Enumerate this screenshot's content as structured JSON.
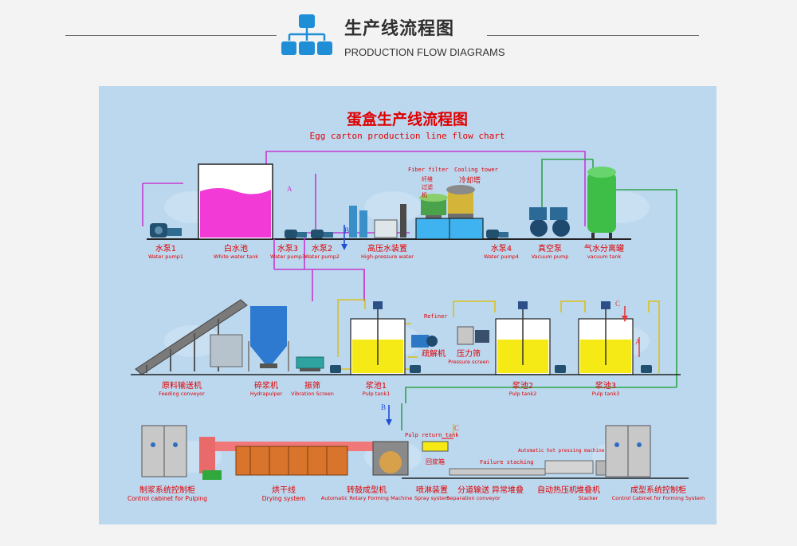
{
  "header": {
    "title": "生产线流程图",
    "subtitle": "PRODUCTION FLOW DIAGRAMS"
  },
  "diagram": {
    "title": "蛋盒生产线流程图",
    "subtitle": "Egg carton production line flow chart",
    "colors": {
      "background": "#bcd8ef",
      "label": "#e00000",
      "pink_pipe": "#c43bd1",
      "green_pipe": "#2ea44a",
      "yellow_pipe": "#d9c01b",
      "red_pipe": "#e8383a",
      "blue_arrow": "#1f4fd6"
    },
    "row1": [
      {
        "cn": "水泵1",
        "en": "Water pump1"
      },
      {
        "cn": "白水池",
        "en": "White water tank"
      },
      {
        "cn": "水泵3",
        "en": "Water pump3"
      },
      {
        "cn": "水泵2",
        "en": "Water pump2"
      },
      {
        "cn": "高压水装置",
        "en": "High-pressure water"
      },
      {
        "cn": "水泵4",
        "en": "Water pump4"
      },
      {
        "cn": "真空泵",
        "en": "Vacuum pump"
      },
      {
        "cn": "气水分离罐",
        "en": "vacuum tank"
      }
    ],
    "fiber_filter": {
      "en": "Fiber filter",
      "cn": "纤维过滤机"
    },
    "cooling_tower": {
      "en": "Cooling tower",
      "cn": "冷却塔"
    },
    "row2": [
      {
        "cn": "原料输送机",
        "en": "Feeding conveyor"
      },
      {
        "cn": "碎浆机",
        "en": "Hydrapulper"
      },
      {
        "cn": "振筛",
        "en": "Vibration Screen"
      },
      {
        "cn": "浆池1",
        "en": "Pulp tank1"
      },
      {
        "cn": "疏解机",
        "en": ""
      },
      {
        "cn": "压力筛",
        "en": "Pressure screen"
      },
      {
        "cn": "浆池2",
        "en": "Pulp tank2"
      },
      {
        "cn": "浆池3",
        "en": "Pulp tank3"
      }
    ],
    "refiner": "Refiner",
    "pulp_return_tank": "Pulp return tank",
    "hui_jiang_xiang": "回浆箱",
    "failure_stacking": "Failure stacking",
    "auto_hot_pressing": "Automatic hot pressing machine",
    "row3": [
      {
        "cn": "制浆系统控制柜",
        "en": "Control cabinet for Pulping"
      },
      {
        "cn": "烘干线",
        "en": "Drying system"
      },
      {
        "cn": "转鼓成型机",
        "en": "Automatic Rotary Forming Machine"
      },
      {
        "cn": "喷淋装置",
        "en": "Spray system"
      },
      {
        "cn": "分道输送",
        "en": "Separation conveyor"
      },
      {
        "cn": "异常堆叠",
        "en": ""
      },
      {
        "cn": "自动热压机",
        "en": ""
      },
      {
        "cn": "堆叠机",
        "en": "Stacker"
      },
      {
        "cn": "成型系统控制柜",
        "en": "Control Cabinet for Forming System"
      }
    ],
    "letters": {
      "a": "A",
      "b": "B",
      "c": "C"
    }
  }
}
